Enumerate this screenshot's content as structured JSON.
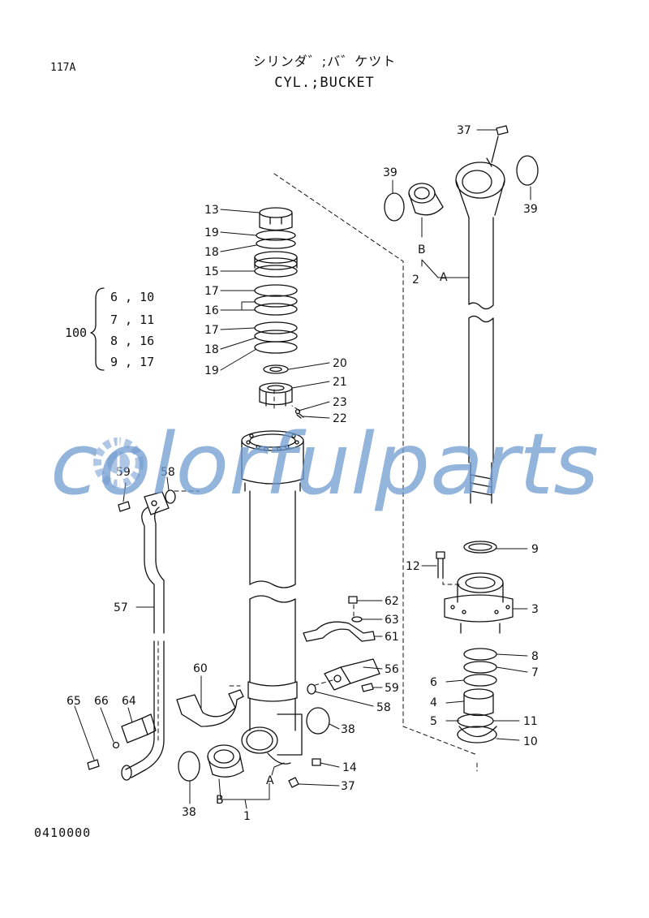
{
  "header": {
    "page_code": "117A",
    "title_jp": "シリンダ゛;バ゛ケツト",
    "title_en": "CYL.;BUCKET"
  },
  "footer": {
    "drawing_no": "0410000"
  },
  "kit": {
    "number": "100",
    "rows": [
      "6 , 10",
      "7 , 11",
      "8 , 16",
      "9 , 17"
    ]
  },
  "watermark": {
    "text": "colorfulparts",
    "color": "#6f9bd0"
  },
  "callouts": {
    "p13": "13",
    "p19a": "19",
    "p18a": "18",
    "p15": "15",
    "p17a": "17",
    "p16": "16",
    "p17b": "17",
    "p18b": "18",
    "p19b": "19",
    "p20": "20",
    "p21": "21",
    "p23": "23",
    "p22": "22",
    "p37a": "37",
    "p39a": "39",
    "p39b": "39",
    "pB1": "B",
    "p2": "2",
    "pA1": "A",
    "p9": "9",
    "p12": "12",
    "p3": "3",
    "p8": "8",
    "p7": "7",
    "p6": "6",
    "p4": "4",
    "p5": "5",
    "p11": "11",
    "p10": "10",
    "p59a": "59",
    "p58a": "58",
    "p57": "57",
    "p62": "62",
    "p63": "63",
    "p61": "61",
    "p56": "56",
    "p59b": "59",
    "p58b": "58",
    "p60": "60",
    "p65": "65",
    "p66": "66",
    "p64": "64",
    "p38a": "38",
    "p14": "14",
    "p37b": "37",
    "pA2": "A",
    "pB2": "B",
    "p1": "1",
    "p38b": "38"
  }
}
